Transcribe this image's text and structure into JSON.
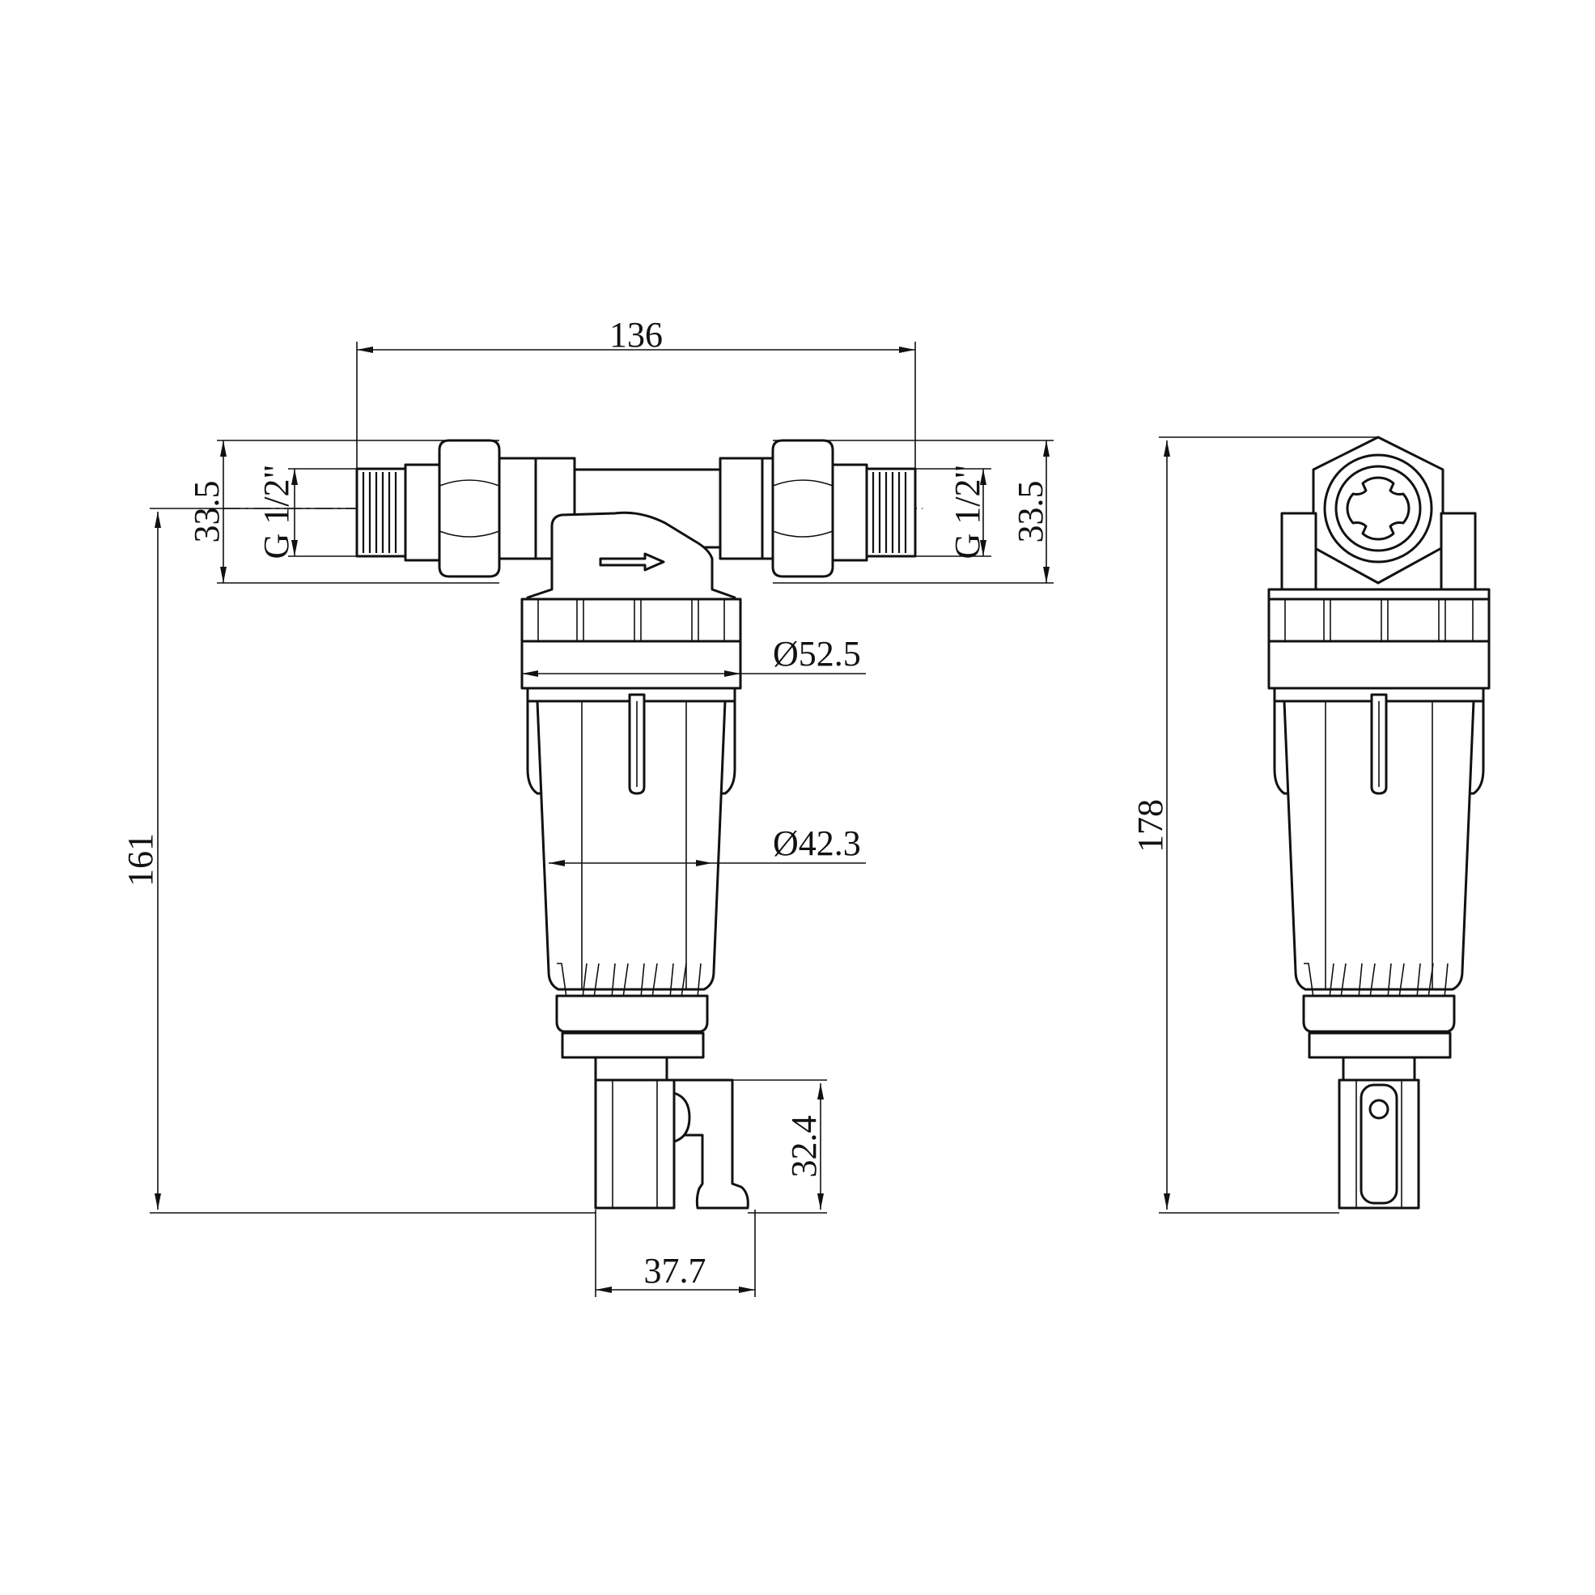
{
  "dimensions": {
    "overall_length": "136",
    "left_height": "33.5",
    "right_height": "33.5",
    "left_thread": "G 1/2\"",
    "right_thread": "G 1/2\"",
    "head_diameter": "Ø52.5",
    "bowl_diameter": "Ø42.3",
    "height_from_axis": "161",
    "overall_height": "178",
    "valve_height": "32.4",
    "valve_width": "37.7"
  },
  "colors": {
    "line": "#111111",
    "background": "#ffffff"
  }
}
